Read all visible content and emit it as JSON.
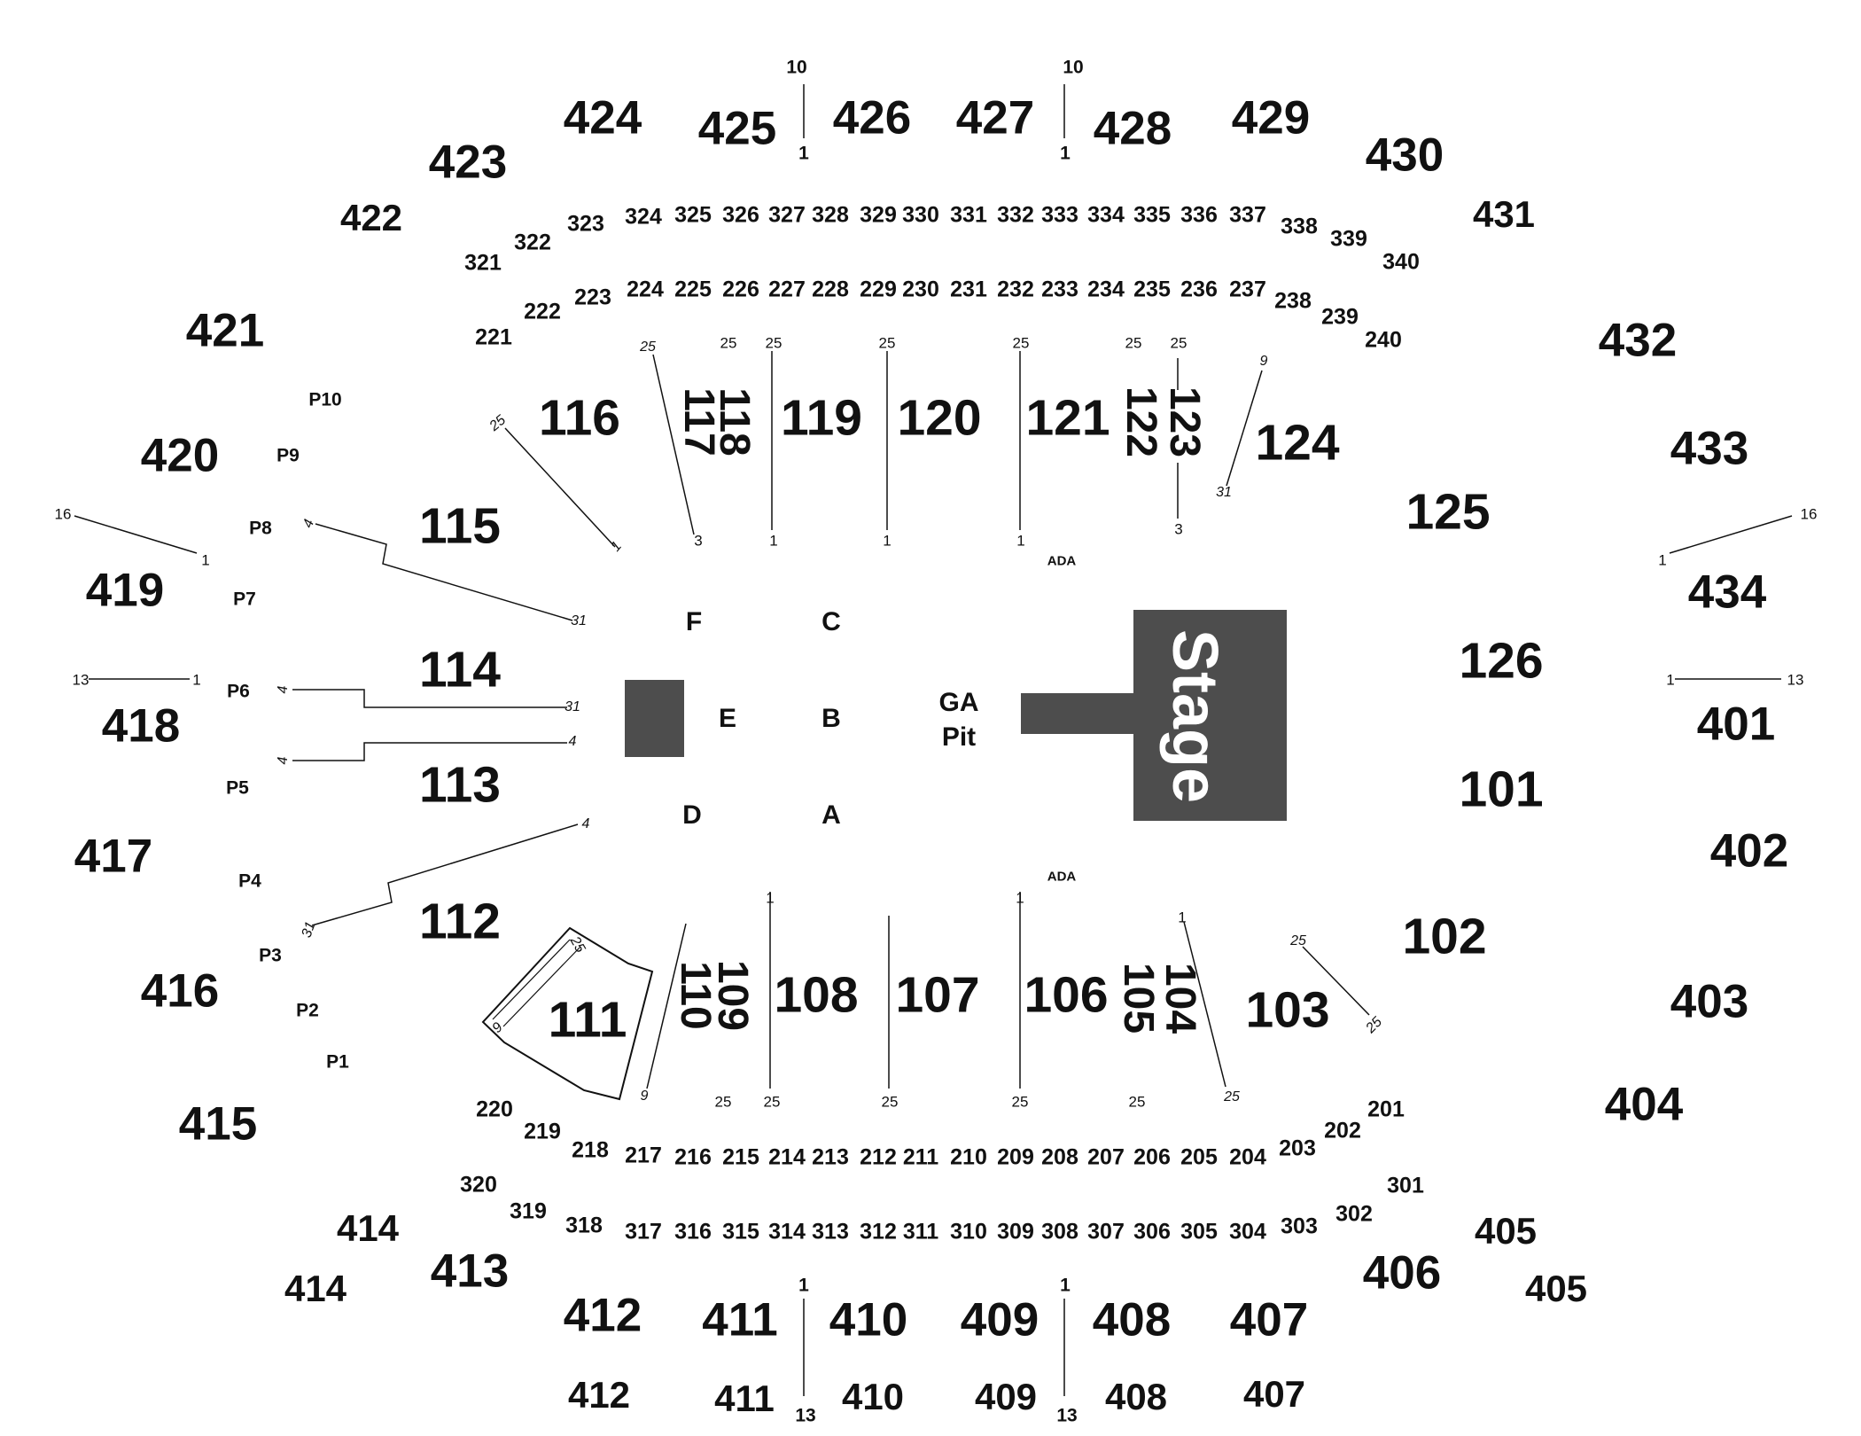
{
  "stage": {
    "label": "Stage",
    "color": "#4d4d4d"
  },
  "pit": {
    "line1": "GA",
    "line2": "Pit"
  },
  "ada": {
    "top": "ADA",
    "bottom": "ADA"
  },
  "floor": [
    "F",
    "C",
    "E",
    "B",
    "D",
    "A"
  ],
  "lower": {
    "top_horizontal": [
      "116",
      "119",
      "120",
      "121",
      "124",
      "125",
      "115",
      "114",
      "113",
      "112",
      "111",
      "108",
      "107",
      "106",
      "103",
      "102",
      "126",
      "101"
    ],
    "vertical": [
      "117",
      "118",
      "122",
      "123",
      "110",
      "109",
      "104",
      "105"
    ]
  },
  "level200": [
    "221",
    "222",
    "223",
    "224",
    "225",
    "226",
    "227",
    "228",
    "229",
    "230",
    "231",
    "232",
    "233",
    "234",
    "235",
    "236",
    "237",
    "238",
    "239",
    "240",
    "220",
    "219",
    "218",
    "217",
    "216",
    "215",
    "214",
    "213",
    "212",
    "211",
    "210",
    "209",
    "208",
    "207",
    "206",
    "205",
    "204",
    "203",
    "202",
    "201"
  ],
  "level300": [
    "321",
    "322",
    "323",
    "324",
    "325",
    "326",
    "327",
    "328",
    "329",
    "330",
    "331",
    "332",
    "333",
    "334",
    "335",
    "336",
    "337",
    "338",
    "339",
    "340",
    "320",
    "319",
    "318",
    "317",
    "316",
    "315",
    "314",
    "313",
    "312",
    "311",
    "310",
    "309",
    "308",
    "307",
    "306",
    "305",
    "304",
    "303",
    "302",
    "301"
  ],
  "level400": [
    "424",
    "425",
    "426",
    "427",
    "428",
    "429",
    "423",
    "430",
    "422",
    "431",
    "421",
    "432",
    "420",
    "433",
    "419",
    "434",
    "418",
    "401",
    "417",
    "402",
    "416",
    "403",
    "415",
    "404",
    "414",
    "405",
    "413",
    "406",
    "412",
    "411",
    "410",
    "409",
    "408",
    "407"
  ],
  "level400_lower": [
    "414",
    "405",
    "412",
    "411",
    "410",
    "409",
    "408",
    "407"
  ],
  "pods": [
    "P10",
    "P9",
    "P8",
    "P7",
    "P6",
    "P5",
    "P4",
    "P3",
    "P2",
    "P1"
  ],
  "row_labels": {
    "top_divider": [
      "10",
      "1",
      "10",
      "1"
    ],
    "side": [
      "16",
      "1",
      "1",
      "16",
      "13",
      "1",
      "1",
      "13"
    ],
    "bottom_divider": [
      "1",
      "13",
      "1",
      "13"
    ],
    "lower_rows": [
      "25",
      "1",
      "25",
      "3",
      "25",
      "1",
      "25",
      "1",
      "25",
      "1",
      "25",
      "25",
      "3",
      "25",
      "9",
      "31",
      "4",
      "31",
      "4",
      "31",
      "4",
      "4",
      "31",
      "1",
      "25",
      "1",
      "25",
      "1",
      "25",
      "3",
      "25",
      "9",
      "25",
      "9",
      "25",
      "25",
      "25",
      "25",
      "25"
    ]
  }
}
